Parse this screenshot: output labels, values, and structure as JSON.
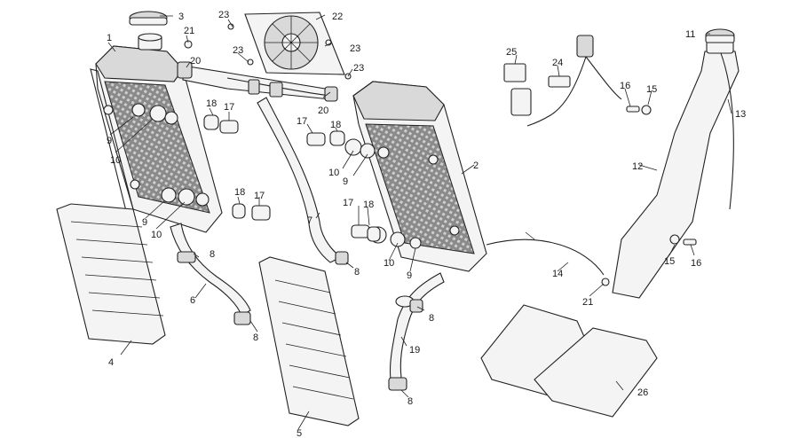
{
  "diagram": {
    "callouts": {
      "c1": "1",
      "c2": "2",
      "c3": "3",
      "c4": "4",
      "c5": "5",
      "c6": "6",
      "c7": "7",
      "c8a": "8",
      "c8b": "8",
      "c8c": "8",
      "c8d": "8",
      "c8e": "8",
      "c9a": "9",
      "c9b": "9",
      "c9c": "9",
      "c9d": "9",
      "c10a": "10",
      "c10b": "10",
      "c10c": "10",
      "c10d": "10",
      "c11": "11",
      "c12": "12",
      "c13": "13",
      "c14": "14",
      "c15a": "15",
      "c15b": "15",
      "c16a": "16",
      "c16b": "16",
      "c17a": "17",
      "c17b": "17",
      "c17c": "17",
      "c17d": "17",
      "c18a": "18",
      "c18b": "18",
      "c18c": "18",
      "c18d": "18",
      "c19": "19",
      "c20a": "20",
      "c20b": "20",
      "c21a": "21",
      "c21b": "21",
      "c22": "22",
      "c23a": "23",
      "c23b": "23",
      "c23c": "23",
      "c23d": "23",
      "c24": "24",
      "c25": "25",
      "c26": "26"
    }
  }
}
